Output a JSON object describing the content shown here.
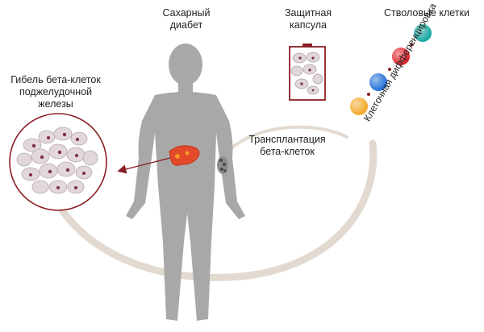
{
  "labels": {
    "diabetes": [
      "Сахарный",
      "диабет"
    ],
    "capsule": [
      "Защитная",
      "капсула"
    ],
    "stem_cells": "Стволовые клетки",
    "beta_death": [
      "Гибель бета-клеток",
      "поджелудочной",
      "железы"
    ],
    "transplant": [
      "Трансплантация",
      "бета-клеток"
    ],
    "differentiation": "Клеточная дифференцировка"
  },
  "colors": {
    "body": "#a9a9a9",
    "arc": "#d9cfc3",
    "dark_red": "#8a1e22",
    "cell_fill": "#ddd3d6",
    "stem_dots": [
      "#f2a928",
      "#1f6fd6",
      "#e0232b",
      "#16a6a0"
    ]
  }
}
